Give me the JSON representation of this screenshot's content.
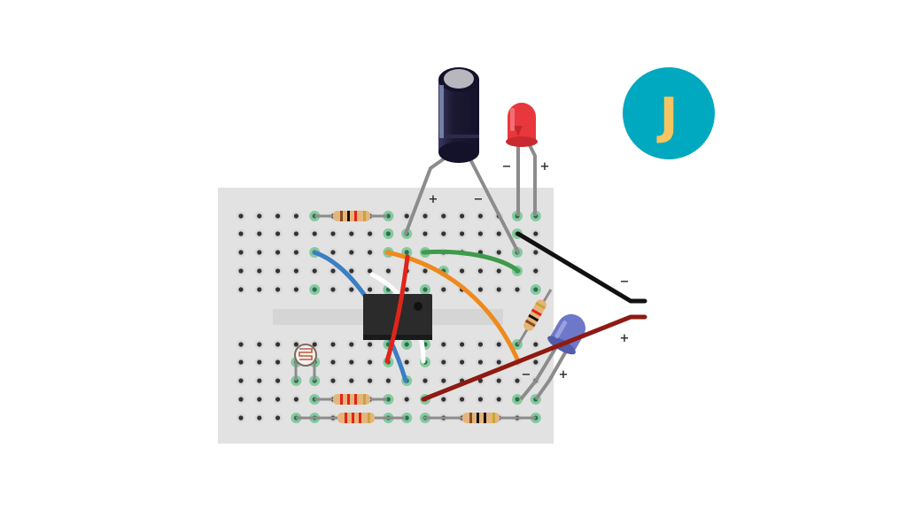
{
  "badge": {
    "letter": "J",
    "color": "#00a8c0",
    "letter_color": "#f6c460"
  },
  "labels": {
    "minus": "−",
    "plus": "+"
  },
  "colors": {
    "board": "#e3e2e2",
    "channel": "#d6d5d5",
    "hole": "#333333",
    "hole_active": "#65c08a",
    "lead": "#8c8c8c",
    "wire_black": "#111111",
    "wire_red": "#e2231a",
    "wire_dark_red": "#8e1a12",
    "wire_blue": "#3b7fc4",
    "wire_green": "#3f9a4b",
    "wire_orange": "#ee8a1d",
    "wire_white": "#ffffff",
    "chip": "#2b2b2b",
    "capacitor": "#1c1a33",
    "led_red": "#e8383d",
    "led_blue": "#6d78c8"
  },
  "components": [
    "electrolytic-capacitor",
    "red-led",
    "blue-led",
    "ic-chip",
    "photoresistor",
    "resistor",
    "battery-leads"
  ]
}
